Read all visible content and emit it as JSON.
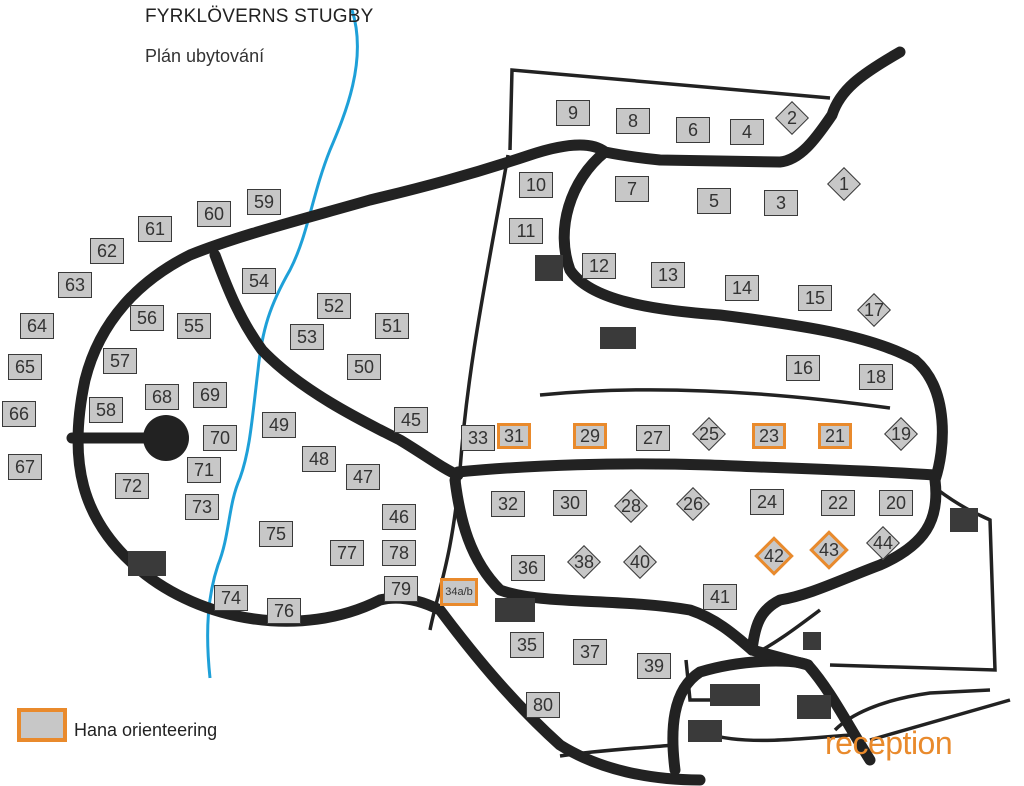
{
  "title": "FYRKLÖVERNS STUGBY",
  "subtitle": "Plán ubytování",
  "legend": {
    "label": "Hana orienteering",
    "color": "#e98a2c"
  },
  "reception_label": "reception",
  "colors": {
    "road": "#222222",
    "river": "#1ea0d8",
    "cabin_fill": "#c7c7c7",
    "highlight": "#e98a2c",
    "building": "#3a3a3a"
  },
  "cabins": [
    {
      "id": "9",
      "shape": "square",
      "highlight": false
    },
    {
      "id": "8",
      "shape": "square",
      "highlight": false
    },
    {
      "id": "6",
      "shape": "square",
      "highlight": false
    },
    {
      "id": "4",
      "shape": "square",
      "highlight": false
    },
    {
      "id": "2",
      "shape": "diamond",
      "highlight": false
    },
    {
      "id": "1",
      "shape": "diamond",
      "highlight": false
    },
    {
      "id": "10",
      "shape": "square",
      "highlight": false
    },
    {
      "id": "7",
      "shape": "square",
      "highlight": false
    },
    {
      "id": "5",
      "shape": "square",
      "highlight": false
    },
    {
      "id": "3",
      "shape": "square",
      "highlight": false
    },
    {
      "id": "11",
      "shape": "square",
      "highlight": false
    },
    {
      "id": "12",
      "shape": "square",
      "highlight": false
    },
    {
      "id": "13",
      "shape": "square",
      "highlight": false
    },
    {
      "id": "14",
      "shape": "square",
      "highlight": false
    },
    {
      "id": "15",
      "shape": "square",
      "highlight": false
    },
    {
      "id": "17",
      "shape": "diamond",
      "highlight": false
    },
    {
      "id": "16",
      "shape": "square",
      "highlight": false
    },
    {
      "id": "18",
      "shape": "square",
      "highlight": false
    },
    {
      "id": "33",
      "shape": "square",
      "highlight": false
    },
    {
      "id": "31",
      "shape": "square",
      "highlight": true
    },
    {
      "id": "29",
      "shape": "square",
      "highlight": true
    },
    {
      "id": "27",
      "shape": "square",
      "highlight": false
    },
    {
      "id": "25",
      "shape": "diamond",
      "highlight": false
    },
    {
      "id": "23",
      "shape": "square",
      "highlight": true
    },
    {
      "id": "21",
      "shape": "square",
      "highlight": true
    },
    {
      "id": "19",
      "shape": "diamond",
      "highlight": false
    },
    {
      "id": "32",
      "shape": "square",
      "highlight": false
    },
    {
      "id": "30",
      "shape": "square",
      "highlight": false
    },
    {
      "id": "28",
      "shape": "diamond",
      "highlight": false
    },
    {
      "id": "26",
      "shape": "diamond",
      "highlight": false
    },
    {
      "id": "24",
      "shape": "square",
      "highlight": false
    },
    {
      "id": "22",
      "shape": "square",
      "highlight": false
    },
    {
      "id": "20",
      "shape": "square",
      "highlight": false
    },
    {
      "id": "44",
      "shape": "diamond",
      "highlight": false
    },
    {
      "id": "42",
      "shape": "diamond",
      "highlight": true
    },
    {
      "id": "43",
      "shape": "diamond",
      "highlight": true
    },
    {
      "id": "36",
      "shape": "square",
      "highlight": false
    },
    {
      "id": "38",
      "shape": "diamond",
      "highlight": false
    },
    {
      "id": "40",
      "shape": "diamond",
      "highlight": false
    },
    {
      "id": "41",
      "shape": "square",
      "highlight": false
    },
    {
      "id": "34a/b",
      "shape": "square",
      "highlight": true
    },
    {
      "id": "35",
      "shape": "square",
      "highlight": false
    },
    {
      "id": "37",
      "shape": "square",
      "highlight": false
    },
    {
      "id": "39",
      "shape": "square",
      "highlight": false
    },
    {
      "id": "80",
      "shape": "square",
      "highlight": false
    },
    {
      "id": "59",
      "shape": "square",
      "highlight": false
    },
    {
      "id": "60",
      "shape": "square",
      "highlight": false
    },
    {
      "id": "61",
      "shape": "square",
      "highlight": false
    },
    {
      "id": "62",
      "shape": "square",
      "highlight": false
    },
    {
      "id": "63",
      "shape": "square",
      "highlight": false
    },
    {
      "id": "64",
      "shape": "square",
      "highlight": false
    },
    {
      "id": "65",
      "shape": "square",
      "highlight": false
    },
    {
      "id": "66",
      "shape": "square",
      "highlight": false
    },
    {
      "id": "67",
      "shape": "square",
      "highlight": false
    },
    {
      "id": "54",
      "shape": "square",
      "highlight": false
    },
    {
      "id": "56",
      "shape": "square",
      "highlight": false
    },
    {
      "id": "55",
      "shape": "square",
      "highlight": false
    },
    {
      "id": "52",
      "shape": "square",
      "highlight": false
    },
    {
      "id": "53",
      "shape": "square",
      "highlight": false
    },
    {
      "id": "51",
      "shape": "square",
      "highlight": false
    },
    {
      "id": "57",
      "shape": "square",
      "highlight": false
    },
    {
      "id": "50",
      "shape": "square",
      "highlight": false
    },
    {
      "id": "58",
      "shape": "square",
      "highlight": false
    },
    {
      "id": "68",
      "shape": "square",
      "highlight": false
    },
    {
      "id": "69",
      "shape": "square",
      "highlight": false
    },
    {
      "id": "45",
      "shape": "square",
      "highlight": false
    },
    {
      "id": "49",
      "shape": "square",
      "highlight": false
    },
    {
      "id": "70",
      "shape": "square",
      "highlight": false
    },
    {
      "id": "48",
      "shape": "square",
      "highlight": false
    },
    {
      "id": "71",
      "shape": "square",
      "highlight": false
    },
    {
      "id": "47",
      "shape": "square",
      "highlight": false
    },
    {
      "id": "72",
      "shape": "square",
      "highlight": false
    },
    {
      "id": "73",
      "shape": "square",
      "highlight": false
    },
    {
      "id": "46",
      "shape": "square",
      "highlight": false
    },
    {
      "id": "75",
      "shape": "square",
      "highlight": false
    },
    {
      "id": "77",
      "shape": "square",
      "highlight": false
    },
    {
      "id": "78",
      "shape": "square",
      "highlight": false
    },
    {
      "id": "79",
      "shape": "square",
      "highlight": false
    },
    {
      "id": "74",
      "shape": "square",
      "highlight": false
    },
    {
      "id": "76",
      "shape": "square",
      "highlight": false
    }
  ]
}
